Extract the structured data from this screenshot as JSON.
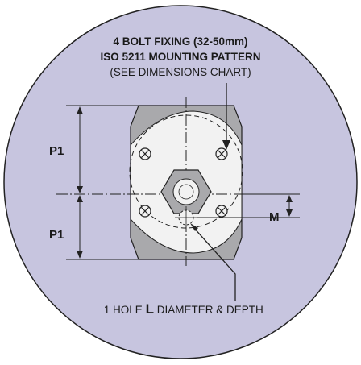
{
  "title_line1": "4 BOLT FIXING (32-50mm)",
  "title_line2": "ISO 5211 MOUNTING PATTERN",
  "title_line3": "(SEE DIMENSIONS CHART)",
  "dim_p1_upper": "P1",
  "dim_p1_lower": "P1",
  "dim_m": "M",
  "hole_note_prefix": "1 HOLE ",
  "hole_note_letter": "L",
  "hole_note_suffix": " DIAMETER & DEPTH",
  "colors": {
    "background_circle": "#c7c5df",
    "body_grey": "#a9a9ac",
    "flange_white": "#f2f2f2",
    "line": "#222222"
  }
}
